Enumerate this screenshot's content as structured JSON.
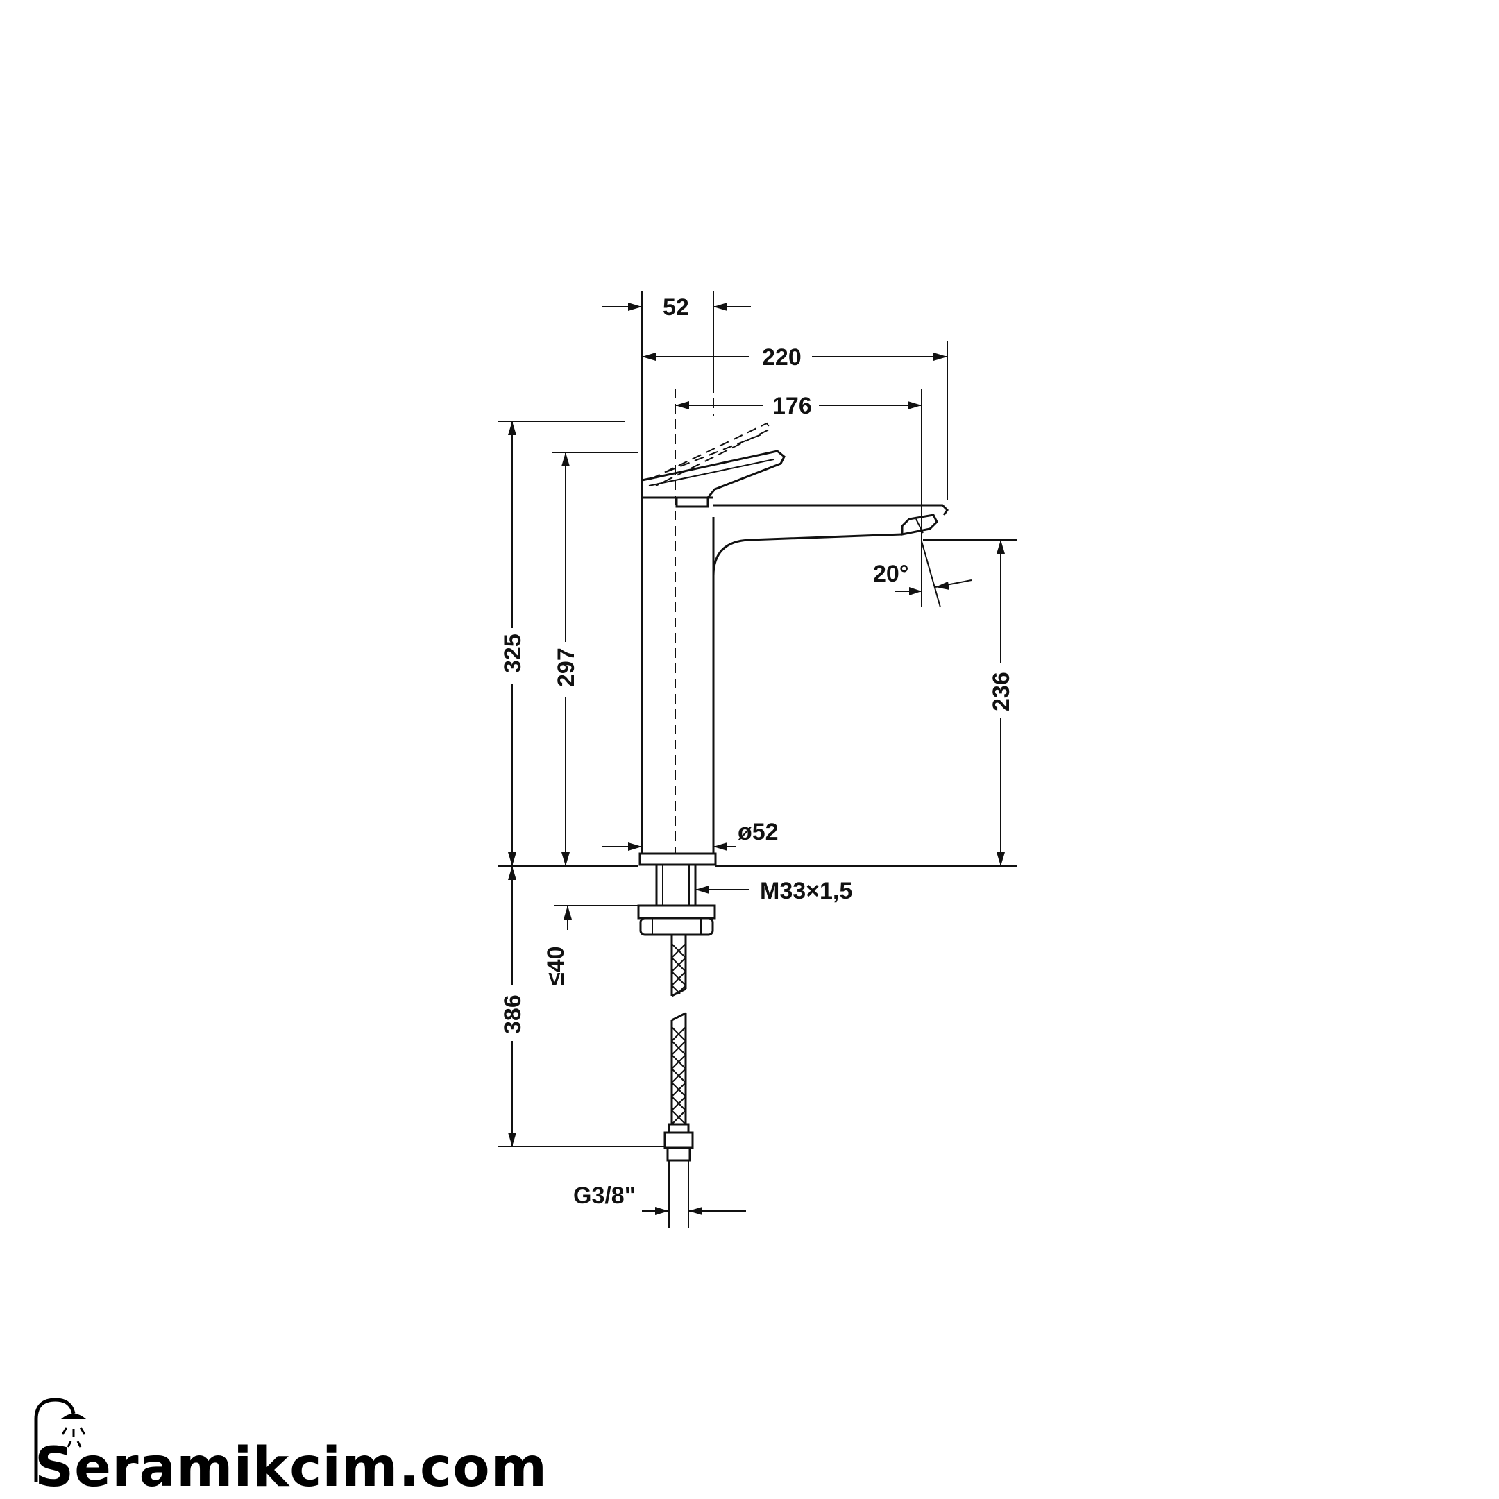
{
  "dimensions": {
    "width_top": "52",
    "width_total": "220",
    "width_spout": "176",
    "height_total": "325",
    "height_lever": "297",
    "height_spout": "236",
    "spout_angle": "20°",
    "base_diameter": "ø52",
    "thread": "M33×1,5",
    "deck_thickness": "≤40",
    "hose_length": "386",
    "hose_connection": "G3/8\""
  },
  "brand": {
    "name": "Seramikcim.com",
    "icon": "shower-icon"
  },
  "colors": {
    "ink": "#111111",
    "background": "#ffffff"
  }
}
